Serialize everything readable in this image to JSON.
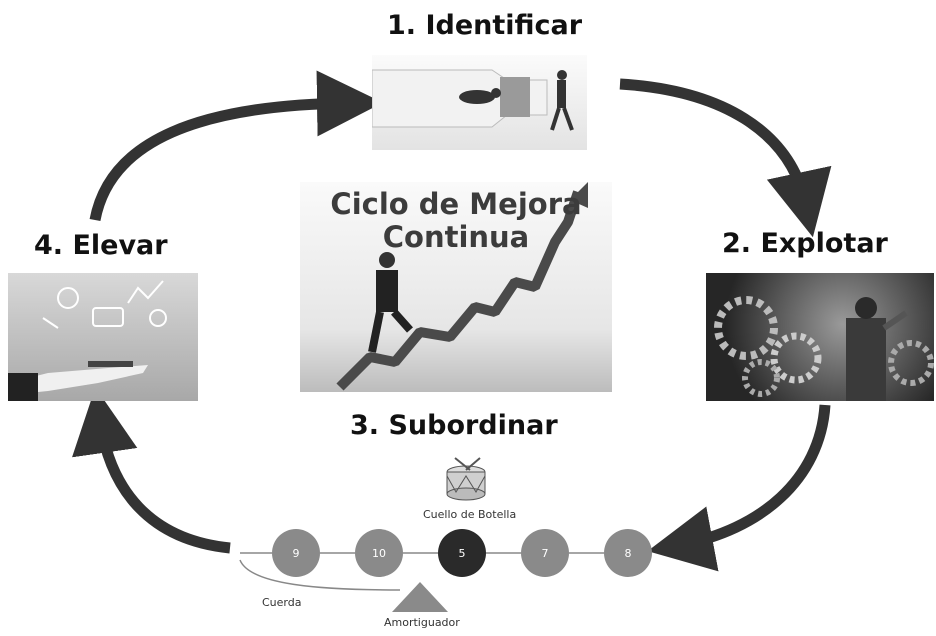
{
  "steps": {
    "identify": "1. Identificar",
    "exploit": "2. Explotar",
    "subordinate": "3. Subordinar",
    "elevate": "4. Elevar"
  },
  "center": {
    "line1": "Ciclo de Mejora",
    "line2": "Continua"
  },
  "flow": {
    "nodes": [
      "9",
      "10",
      "5",
      "7",
      "8"
    ],
    "bottleneck_label": "Cuello de Botella",
    "rope_label": "Cuerda",
    "buffer_label": "Amortiguador"
  },
  "colors": {
    "arrow": "#333333",
    "node": "#8a8a8a",
    "bottleneck_node": "#2a2a2a"
  }
}
